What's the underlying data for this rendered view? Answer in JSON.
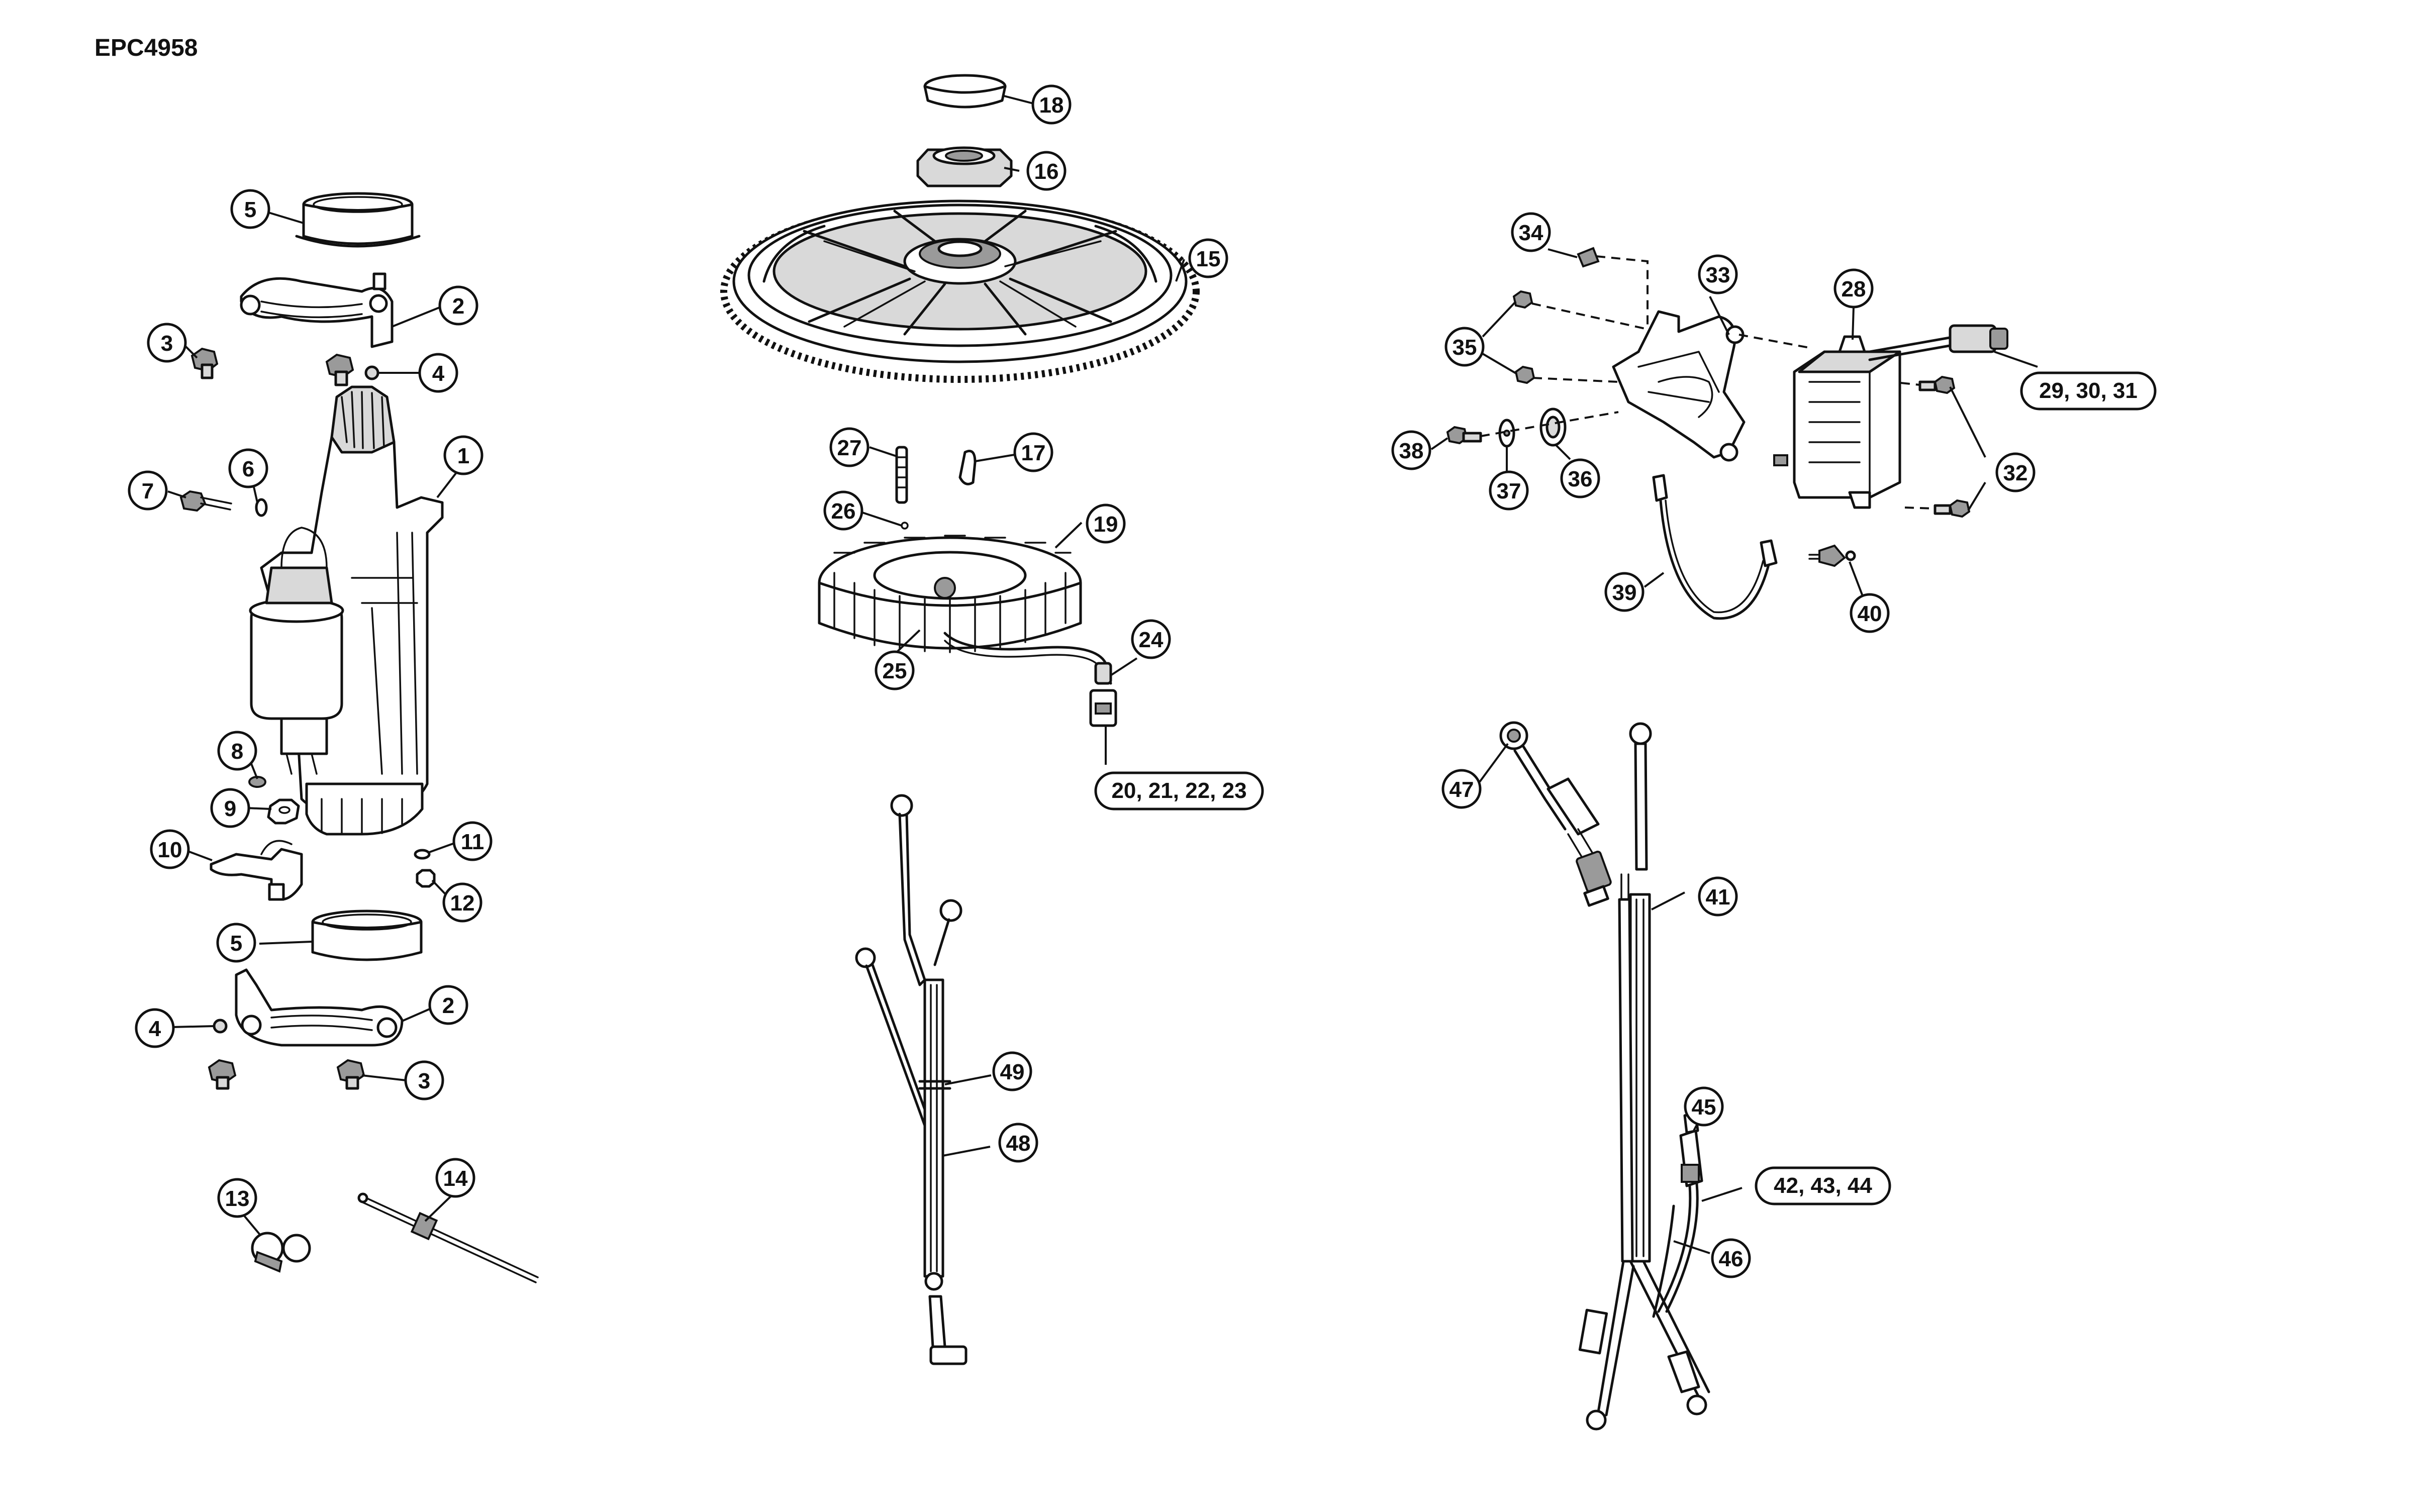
{
  "drawing_id": "EPC4958",
  "callouts": [
    "1",
    "2",
    "2",
    "3",
    "3",
    "4",
    "4",
    "5",
    "5",
    "6",
    "7",
    "8",
    "9",
    "10",
    "11",
    "12",
    "13",
    "14",
    "15",
    "16",
    "17",
    "18",
    "19",
    "20, 21, 22, 23",
    "24",
    "25",
    "26",
    "27",
    "28",
    "29, 30, 31",
    "32",
    "32",
    "33",
    "34",
    "35",
    "36",
    "37",
    "38",
    "39",
    "40",
    "41",
    "42, 43, 44",
    "45",
    "46",
    "47",
    "48",
    "49"
  ]
}
